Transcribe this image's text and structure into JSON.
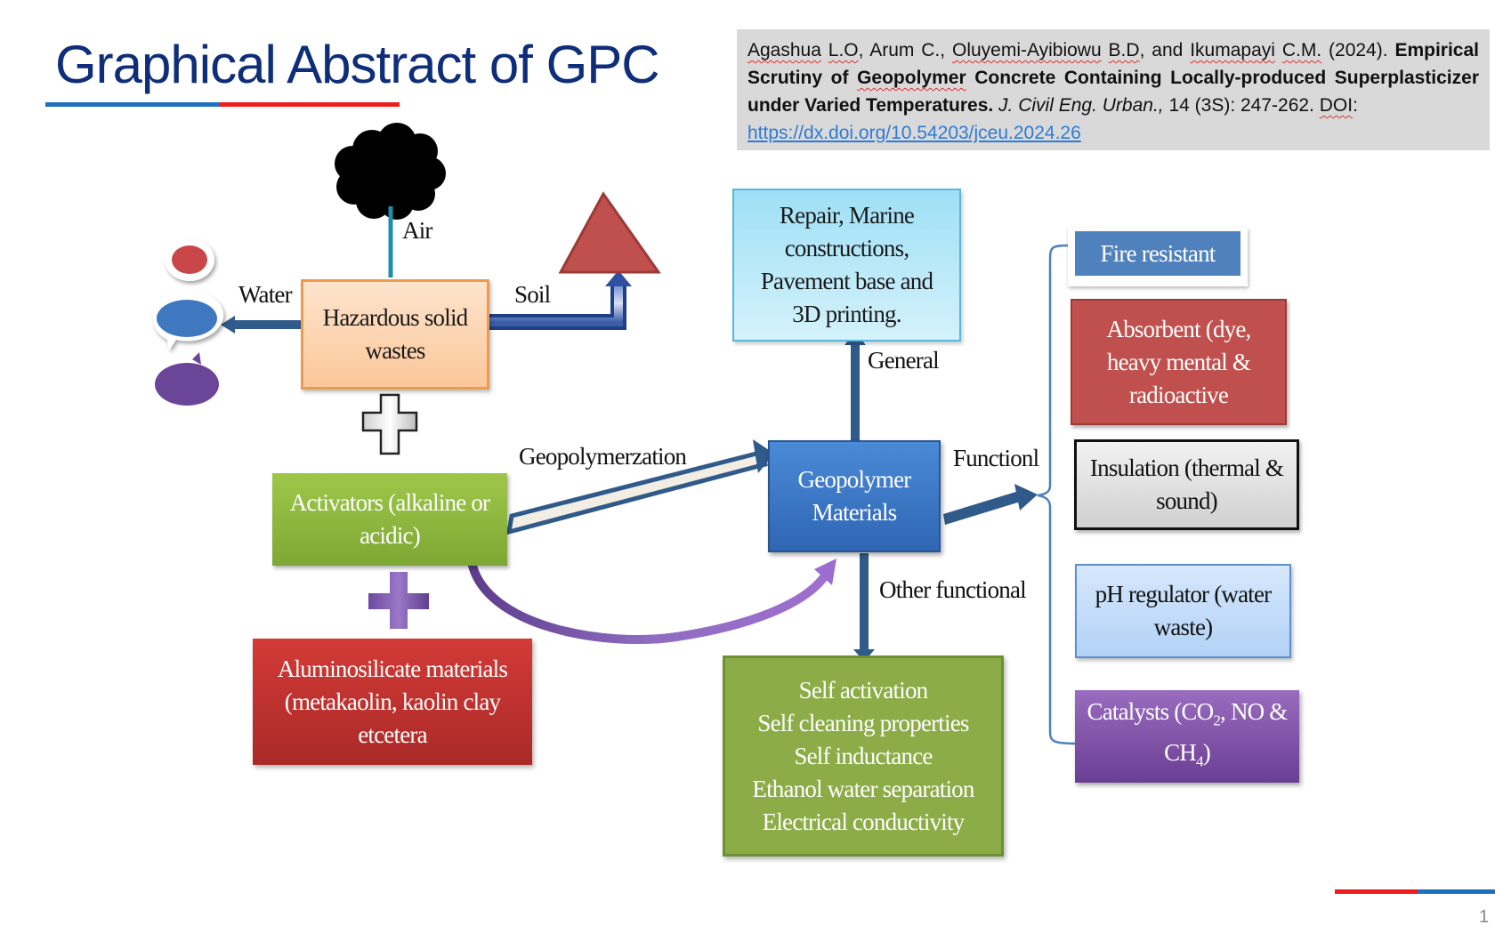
{
  "slide": {
    "title": "Graphical Abstract of GPC",
    "page_number": "1",
    "colors": {
      "title": "#0f2e7a",
      "rule_blue": "#1f6fc0",
      "rule_red": "#ee1c1c",
      "citation_bg": "#d9d9d9",
      "link": "#2e7cd6"
    }
  },
  "citation": {
    "authors": [
      {
        "name": "Agashua",
        "spell_flag": true
      },
      {
        "name": "L.O",
        "spell_flag": true
      },
      {
        "name": "Arum C.,",
        "spell_flag": false
      },
      {
        "name": "Oluyemi-Ayibiowu",
        "spell_flag": true
      },
      {
        "name": "B.D",
        "spell_flag": true
      },
      {
        "name": "and",
        "spell_flag": false
      },
      {
        "name": "Ikumapayi",
        "spell_flag": true
      },
      {
        "name": "C.M.",
        "spell_flag": true
      }
    ],
    "author_text_1": "Agashua",
    "author_text_2": "L.O",
    "author_text_3": ", Arum C., ",
    "author_text_4": "Oluyemi-Ayibiowu",
    "author_text_5": "B.D",
    "author_text_6": ", and ",
    "author_text_7": "Ikumapayi",
    "author_text_8": "C.M.",
    "year": " (2024). ",
    "title_part_1": "Empirical Scrutiny of ",
    "title_part_2": "Geopolymer",
    "title_part_3": " Concrete Containing Locally-produced Superplasticizer under Varied Temperatures.",
    "journal": " J. Civil Eng. Urban.,",
    "volume_pages": " 14 (3S): 247-262. ",
    "doi_label": "DOI",
    "doi_colon": ": ",
    "doi_url": "https://dx.doi.org/10.54203/jceu.2024.26"
  },
  "diagram": {
    "source": {
      "label": "Hazardous solid wastes",
      "fill": "#fcd5b4",
      "border": "#f0a050"
    },
    "pathways": {
      "air": "Air",
      "water": "Water",
      "soil": "Soil"
    },
    "activators": {
      "label": "Activators (alkaline or acidic)",
      "fill": "#8dbb3c"
    },
    "aluminosilicate": {
      "label": "Aluminosilicate materials (metakaolin, kaolin clay etcetera",
      "fill": "#c0302e"
    },
    "process_label": "Geopolymerzation",
    "core": {
      "label": "Geopolymer Materials",
      "fill": "#3a7bc8"
    },
    "general": {
      "edge_label": "General",
      "box_label": "Repair, Marine constructions, Pavement base and 3D printing.",
      "fill": "#bdeaf8"
    },
    "functional": {
      "edge_label": "Functionl",
      "items": [
        {
          "label": "Fire resistant",
          "fill": "#4f81bd",
          "text": "#ffffff"
        },
        {
          "label": "Absorbent (dye, heavy mental & radioactive",
          "fill": "#c0504d",
          "text": "#ffffff"
        },
        {
          "label": "Insulation (thermal & sound)",
          "fill": "#e6e6e6",
          "text": "#111111"
        },
        {
          "label": "pH regulator (water waste)",
          "fill": "#c6e0fb",
          "text": "#111111"
        },
        {
          "label_prefix": "Catalysts (CO",
          "sub1": "2",
          "label_mid": ", NO & CH",
          "sub2": "4",
          "label_suffix": ")",
          "fill": "#7f4f9e",
          "text": "#ffffff"
        }
      ]
    },
    "other": {
      "edge_label": "Other functional",
      "lines": [
        "Self activation",
        "Self cleaning properties",
        "Self inductance",
        "Ethanol water separation",
        "Electrical conductivity"
      ],
      "fill": "#8bac46"
    }
  }
}
